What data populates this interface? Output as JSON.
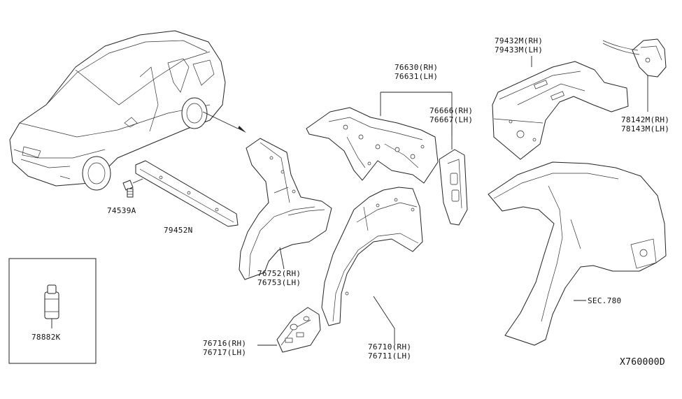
{
  "diagram_id": "X760000D",
  "parts": [
    {
      "id": "p74539A",
      "lines": [
        "74539A"
      ]
    },
    {
      "id": "p79452N",
      "lines": [
        "79452N"
      ]
    },
    {
      "id": "p78882K",
      "lines": [
        "78882K"
      ]
    },
    {
      "id": "p76630",
      "lines": [
        "76630(RH)",
        "76631(LH)"
      ]
    },
    {
      "id": "p76666",
      "lines": [
        "76666(RH)",
        "76667(LH)"
      ]
    },
    {
      "id": "p79432M",
      "lines": [
        "79432M(RH)",
        "79433M(LH)"
      ]
    },
    {
      "id": "p78142M",
      "lines": [
        "78142M(RH)",
        "78143M(LH)"
      ]
    },
    {
      "id": "p76752",
      "lines": [
        "76752(RH)",
        "76753(LH)"
      ]
    },
    {
      "id": "p76716",
      "lines": [
        "76716(RH)",
        "76717(LH)"
      ]
    },
    {
      "id": "p76710",
      "lines": [
        "76710(RH)",
        "76711(LH)"
      ]
    },
    {
      "id": "sec780",
      "lines": [
        "SEC.780"
      ]
    }
  ]
}
